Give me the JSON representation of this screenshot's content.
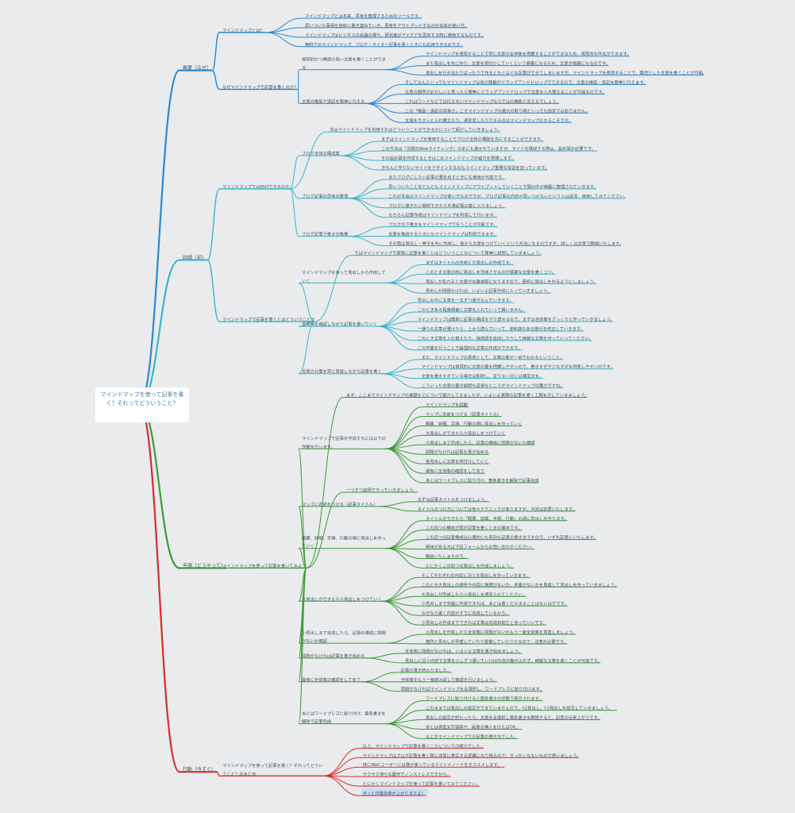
{
  "root": "マインドマップを使って記事を書く？それってどういうこと？",
  "branches": [
    {
      "label": "概要（なぜ）",
      "color": "#2b87d5",
      "children": [
        {
          "label": "マインドマップとは？",
          "children": [
            {
              "label": "マインドマップとは本来、思考を整理するためのツールです。"
            },
            {
              "label": "思いついた事柄を放射に書き連ねていき、思考をアウトプットするのが本来の使い方。"
            },
            {
              "label": "マインドマップはビジネスの会議の場や、研究者がアイデアを思出する時に使用するものです。"
            },
            {
              "label": "無料でのマインドマップ、ブログ・ライター記事を書くときにも応用できるのです。"
            }
          ]
        },
        {
          "label": "なぜマインドマップで記事を書くのか？",
          "children": [
            {
              "label": "視覚的かつ構造の高い文章を書くことができる",
              "children": [
                {
                  "label": "マインドマップを使用することで常に文章の全体像を把握することができるため、視覚的な作文ができます。"
                },
                {
                  "label": "また見出しを先に作り、文章を肉付けしていくという順番になるため、文章が綺麗になるのです。"
                },
                {
                  "label": "見出しを行き当たりばったりで作るとちぐはぐな記事ができてしまいますが、マインドマップを使用することで、整然とした文章を書くことが可能。"
                }
              ]
            },
            {
              "label": "文章の推敲や追記を簡単に行える",
              "children": [
                {
                  "label": "そしてなんといってもマインドマップは他の移動がドラッグアンドドロップでできるので、文章の推敲・追記を簡単に行えます。"
                },
                {
                  "label": "文章の順序がおかしいと思ったら簡単にドラッグアンドドロップで文章を入れ替えることが可能なのです。"
                },
                {
                  "label": "これはワードなどでは行えないマインドマップならではの機能と言えるでしょう。"
                },
                {
                  "label": "この「推敲・追記の容易さ」こそマインドマップの最大の取り柄といっても過言ではありません。"
                },
                {
                  "label": "文章をサクッと入れ替えたり、適宜足したりできるのはマインドマップだからこそです。"
                }
              ]
            }
          ]
        }
      ]
    },
    {
      "label": "詳細（何）",
      "color": "#3bb5c9",
      "children": [
        {
          "label": "マインドマップでは何ができるのか",
          "children": [
            {
              "label": "次はマインドマップを利用すればどういうことができるかについて紹介していきましょう。"
            },
            {
              "label": "ブログ全体の構成案",
              "children": [
                {
                  "label": "まずはマインドマップを使用することでブログ全体の構築を先にすることができます。"
                },
                {
                  "label": "この方法は『沈黙のWebライティング』の本にも書かれていますが、サイトを構成する際は、設計図が必要です。"
                },
                {
                  "label": "その設計図を作成するときはこのマインドマップが威力を発揮します。"
                },
                {
                  "label": "きちんと作りたいサイトをデザインするのもマインドマップ重要な役割を担っています。"
                }
              ]
            },
            {
              "label": "ブログ記事の思考の整理",
              "children": [
                {
                  "label": "またブログにしたい記事の要を出すときにも使用が可能です。"
                },
                {
                  "label": "思いついたことをどんどんマインドマップにアウトプットしていくことで頭の中が綺麗に整理されていきます。"
                },
                {
                  "label": "これが本来のマインドマップの使い方なのですが、ブログ記事の内容が思いつかないという人は是非、使用してみてください。"
                },
                {
                  "label": "ブログに書きたい題材できたら手書記事の案に入りましょう。"
                },
                {
                  "label": "もちろん記事作成はマインドマップを利用して行います。"
                }
              ]
            },
            {
              "label": "ブログ記事下書きの執筆",
              "children": [
                {
                  "label": "ブログの下書きをマインドマップで行うことが可能です。"
                },
                {
                  "label": "文章を推敲するときにもマインドマップは利用できます。"
                },
                {
                  "label": "その際は見出し・骨子を先に作成し、後から文章をつけていくという方法になるのですが、詳しくは文章で解説いたします。"
                }
              ]
            }
          ]
        },
        {
          "label": "マインドマップで記事を書くとはどういうことか",
          "children": [
            {
              "label": "ではマインドマップで実際に記事を書くとはどういうことかについて簡単に説明していきましょう。"
            },
            {
              "label": "マインドマップを使って見出しから作成していく",
              "children": [
                {
                  "label": "まずはタイトルの作成と大見出しの作成です。"
                },
                {
                  "label": "このとき文章の前に見出しを完成させるのが綺麗な文章を書くコツ。"
                },
                {
                  "label": "見出しが乱れると文章が支離滅裂になりますので、最初に見出しを作るようにしましょう。"
                },
                {
                  "label": "見出しが問題なければ、いよいよ記事作成に入っていきましょう。"
                }
              ]
            },
            {
              "label": "全体像を確認しながら記事を書いていく",
              "children": [
                {
                  "label": "見出しの中に文章を一文ずつ書き込んでいきます。"
                },
                {
                  "label": "このときある程度順番に文章を入れていって構いません。"
                },
                {
                  "label": "マインドマップは簡単に記事の構成をやり直せるので、まずは全体像をざっくりと作っていきましょう。"
                },
                {
                  "label": "一通りの文章が書けたら、上から読んでいって、違和感のある部分を修正していきます。"
                },
                {
                  "label": "このとき文章を入れ替えたり、接続詞を追加したりして綺麗な文章を作っていってください。"
                },
                {
                  "label": "この作業を行うことで論理的な文章の作成ができます。"
                }
              ]
            },
            {
              "label": "文章の分量を常に意識しながら記事を書く",
              "children": [
                {
                  "label": "また、マインドマップの恩恵として、文章の量が一目でわかるということ。"
                },
                {
                  "label": "マインドマップは視覚的に文章の量を把握しやすいので、書きすぎや少なすぎを判断しやすいのです。"
                },
                {
                  "label": "文章を書きすぎている場合は削除し、足りない分には補足文を。"
                },
                {
                  "label": "こういった文章の量の調節も容易なところがマインドマップの魅力ですね。"
                }
              ]
            }
          ]
        }
      ]
    },
    {
      "label": "手順（どうやって）",
      "color": "#3f9a3a",
      "children": [
        {
          "label": "マインドマップを使って記事を書いてみよう",
          "children": [
            {
              "label": "まず、ここまでマインドマップの基礎などについて紹介してきましたが、いよいよ実際の記事を書く工程を示していきましょう。"
            },
            {
              "label": "マインドマップで記事を作成するには以下の作業を行います。",
              "children": [
                {
                  "label": "マインドマップを起動"
                },
                {
                  "label": "マップに名前をつける（記事タイトル）"
                },
                {
                  "label": "概要、詳細、手順、行動の順に見出しを作っていく"
                },
                {
                  "label": "大見出しができたら小見出しをつけていく"
                },
                {
                  "label": "小見出しまで完成したら、記事の構成に問題がないか確認"
                },
                {
                  "label": "問題がなければ記事を書き始める"
                },
                {
                  "label": "各見出しに文章を肉付けしていく"
                },
                {
                  "label": "最後に全体像の確認をして完了"
                },
                {
                  "label": "あとはワードプレスに貼り付け、箇条書きを解除で記事完成"
                }
              ]
            },
            {
              "label": "一つずつ説明でやっていきましょう。"
            },
            {
              "label": "マップに名前をつける（記事タイトル）",
              "children": [
                {
                  "label": "まずは記事タイトルをつけましょう。"
                },
                {
                  "label": "タイトルのつけ方については色々テクニックがありますが、今回は割愛いたします。"
                }
              ]
            },
            {
              "label": "概要、詳細、手順、行動の順に見出しを作っていく",
              "children": [
                {
                  "label": "タイトルができたら「概要、詳細、手順、行動」の順に見出しを作ります。"
                },
                {
                  "label": "この四つの構成が我が記事を書くときの基本です。"
                },
                {
                  "label": "この四つの記事構成は心理的にも有効な記事の書き方ですので、いずれ記事にいたします。"
                },
                {
                  "label": "興味がある方は下記フォームからお問い合わせください。"
                },
                {
                  "label": "解説いたしますので。"
                },
                {
                  "label": "とにかくこの四つの見出しを作成しましょう。"
                }
              ]
            },
            {
              "label": "大見出しができたら小見出しをつけていく",
              "children": [
                {
                  "label": "そしてそれぞれの内容に沿う大見出しを作っていきます。"
                },
                {
                  "label": "このとき大見出しの順序や内容に無理がないか、矛盾がないかを意識して見出しを作っていきましょう。"
                },
                {
                  "label": "大見出しが完成したら小見出しを適宜入れてください。"
                },
                {
                  "label": "小見出しまで完璧に作成できれば、あとは書くだけまることはないはずです。"
                },
                {
                  "label": "なぜなら書く内容がすでに完成しているから。"
                },
                {
                  "label": "小見出しの作成までできれば文章は完成目前だと言っていいです。"
                }
              ]
            },
            {
              "label": "小見出しまで完成したら、記事の構成に問題がないか確認",
              "children": [
                {
                  "label": "小見出しを作成したら全体像に問題がないかもう一度全体像を見直しましょう。"
                },
                {
                  "label": "箇所と見出しが矛盾していたり重複していたりするので、注意が必要です。"
                }
              ]
            },
            {
              "label": "問題がなければ記事を書き始める",
              "children": [
                {
                  "label": "全体像に問題がなければ、いよいよ文章を書き始めましょう。"
                },
                {
                  "label": "見出しに沿う内容で文章を少しずつ書いていけば内容の軸がぶれず、綺麗な文章を書くことが可能です。"
                }
              ]
            },
            {
              "label": "最後に全体像の確認をして完了",
              "children": [
                {
                  "label": "記事が書き終わりました。"
                },
                {
                  "label": "全体像をもう一度読み返して確認を行いましょう。"
                },
                {
                  "label": "問題がなければマインドマップを全選択し、ワードプレスに貼り付けます。"
                }
              ]
            },
            {
              "label": "あとはワードプレスに貼り付け、箇条書きを解除で記事完成",
              "children": [
                {
                  "label": "ワードプレスに貼り付けると箇条書きの状態で表示されます。"
                },
                {
                  "label": "このままでは見出しの設定ができていませんので、h2見出し、h3見出しを設定していきましょう。"
                },
                {
                  "label": "見出しの設定が終わったら、文章を全選択し箇条書きを解除すると、記事の出来上がりです。"
                },
                {
                  "label": "あとは適宜文字装飾や、画像の挿入を行えばOK。"
                },
                {
                  "label": "以上がマインドマップでの記事の書き方でした。"
                }
              ]
            }
          ]
        }
      ]
    },
    {
      "label": "行動（今すぐ）",
      "color": "#d92b2b",
      "children": [
        {
          "label": "マインドマップを使って記事を書く？それってどういうこと？のまとめ",
          "children": [
            {
              "label": "以上、マインドマップで記事を書くことについての紹介でした。"
            },
            {
              "label": "マインドマップはブログ記事を書く際に非常に重宝する武器になり得るので、せっかくなないもので使いましょう。"
            },
            {
              "label": "特にMACユーザーには僕が使っているマインドノードをオススメします。"
            },
            {
              "label": "サクサク滑らな動作でノンストレスですから。"
            },
            {
              "label": "とにかくマインドマップを使って記事を書いてみてください。"
            },
            {
              "label": "きっと作業効率が上がりますよ！",
              "highlight": true
            }
          ]
        }
      ]
    }
  ]
}
